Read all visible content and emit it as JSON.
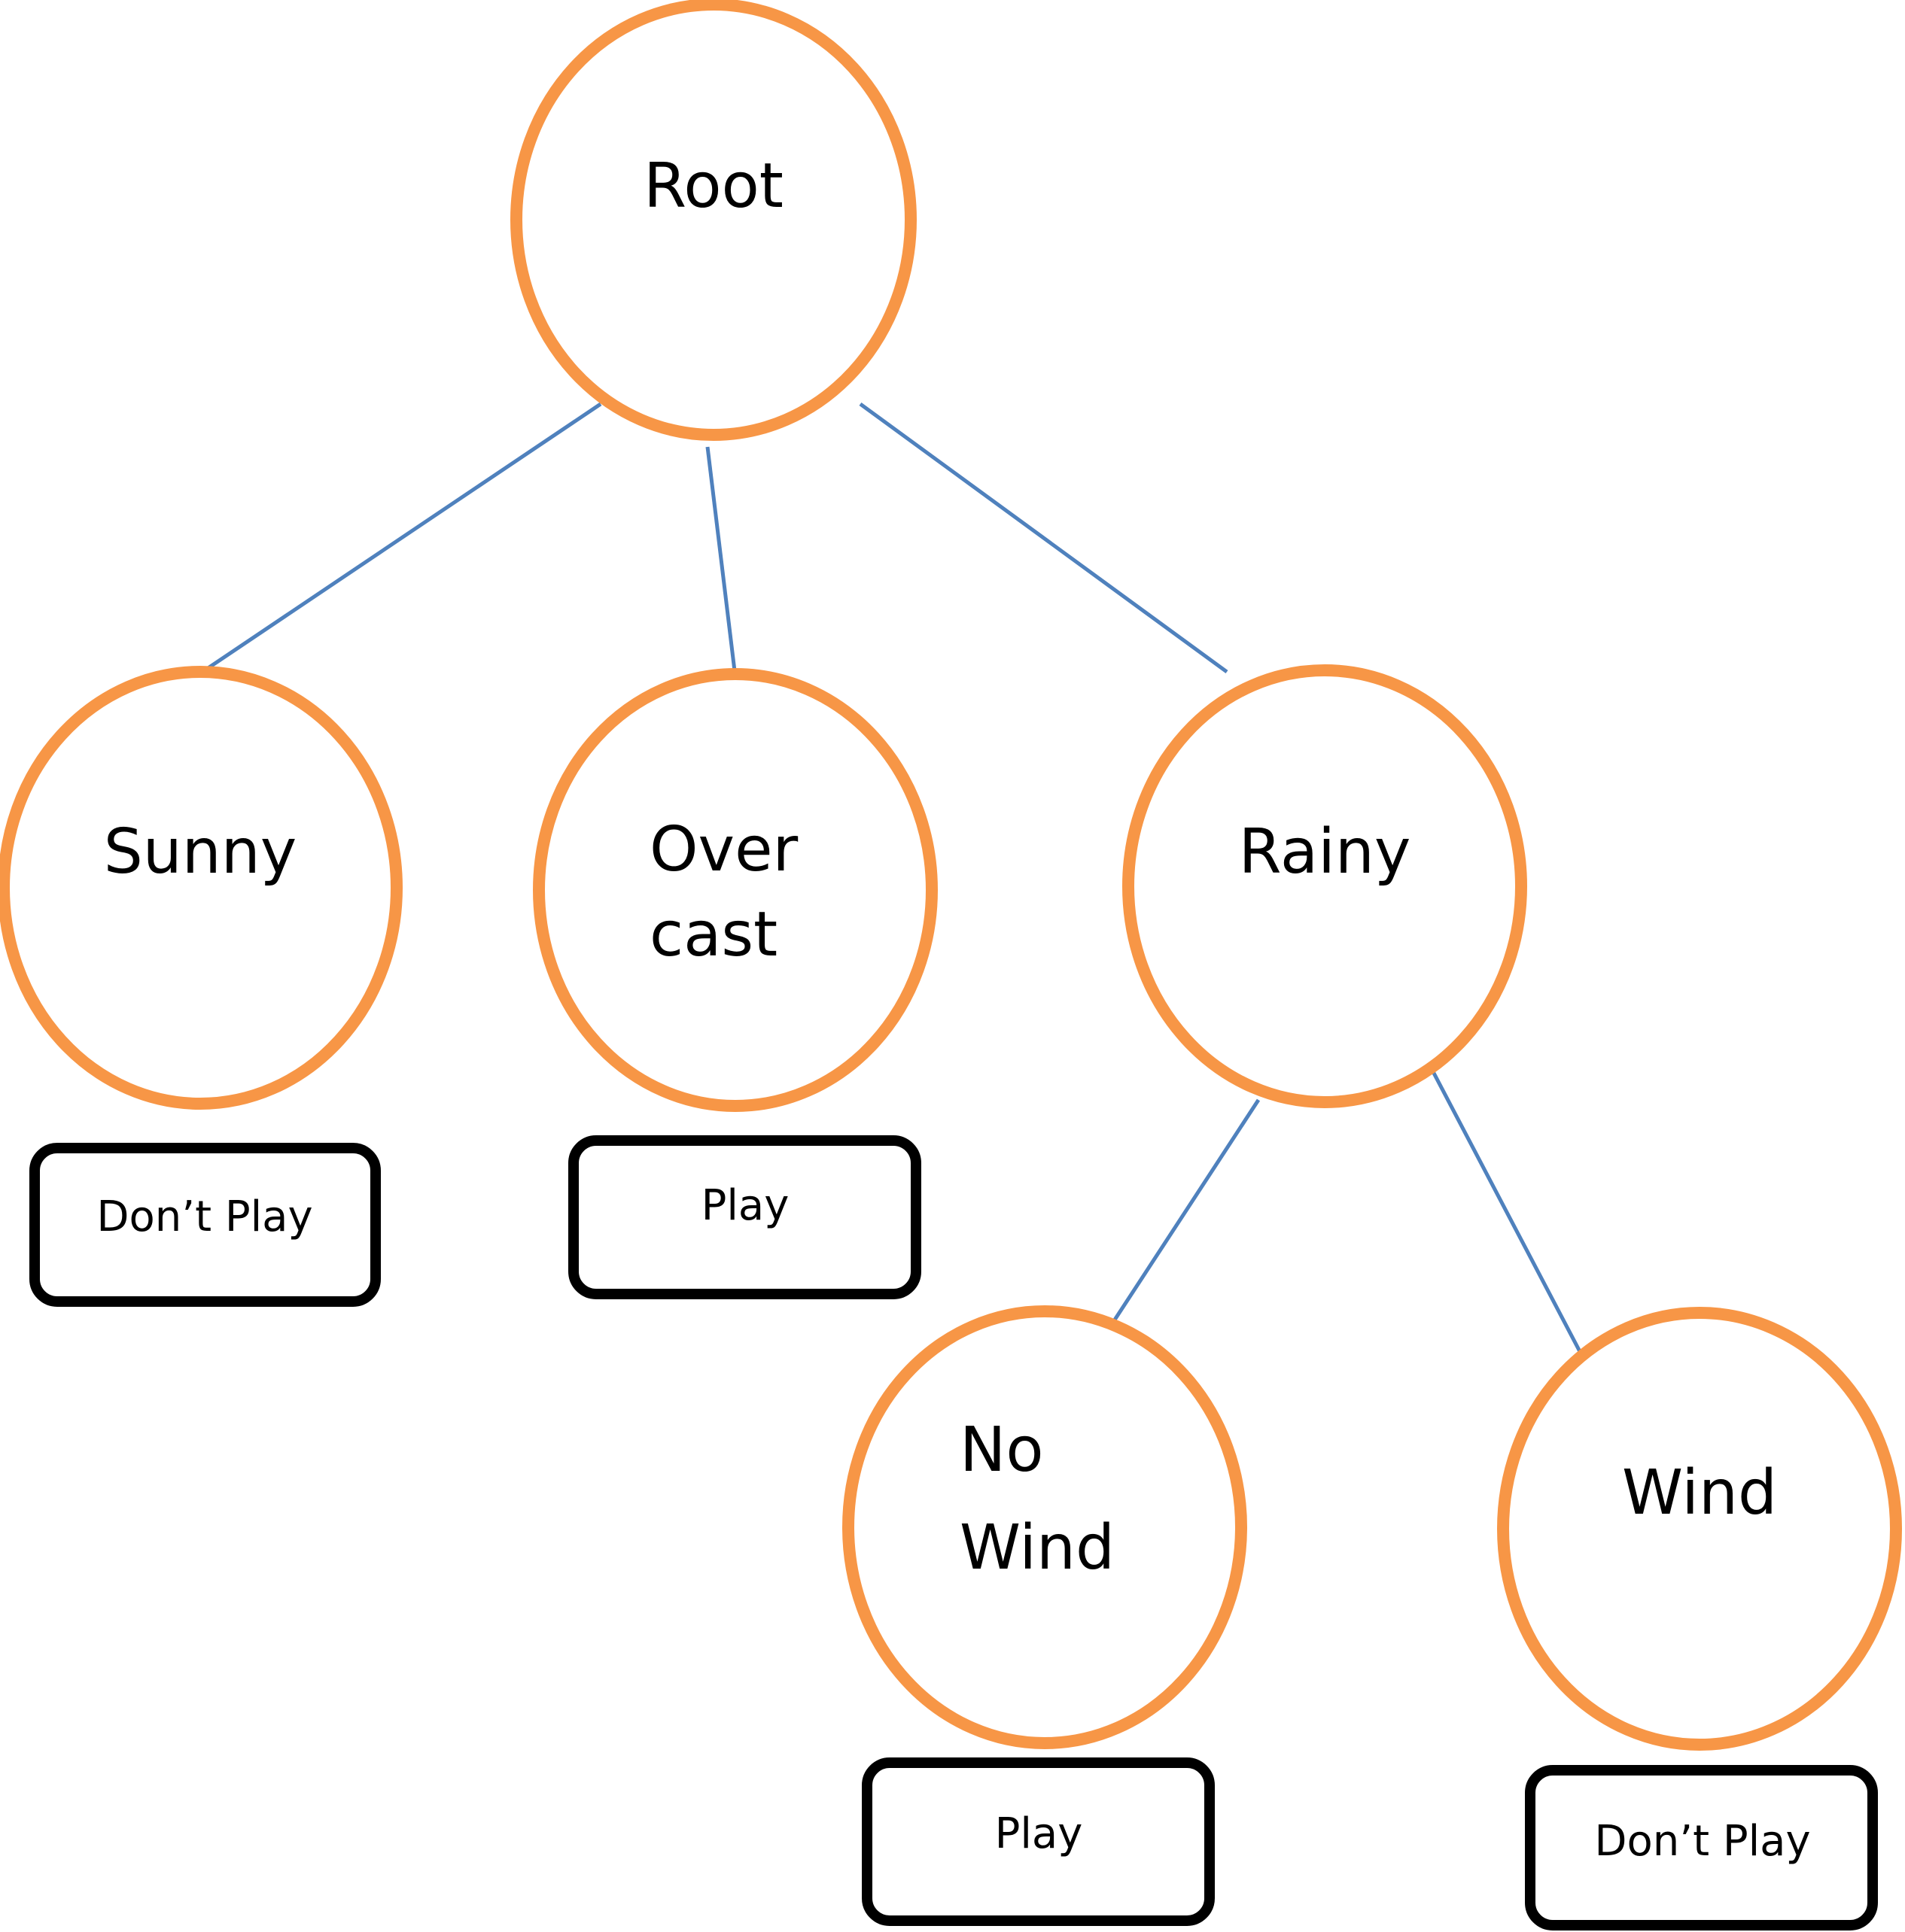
{
  "diagram": {
    "colors": {
      "node_outline": "#F79646",
      "edge": "#4F81BD",
      "leaf_outline": "#000000",
      "text": "#000000"
    },
    "nodes": {
      "root": {
        "label": "Root"
      },
      "sunny": {
        "label": "Sunny"
      },
      "overcast": {
        "label_line1": "Over",
        "label_line2": "cast"
      },
      "rainy": {
        "label": "Rainy"
      },
      "nowind": {
        "label_line1": "No",
        "label_line2": "Wind"
      },
      "wind": {
        "label": "Wind"
      }
    },
    "leaves": {
      "sunny": {
        "label": "Don’t Play"
      },
      "overcast": {
        "label": "Play"
      },
      "nowind": {
        "label": "Play"
      },
      "wind": {
        "label": "Don’t Play"
      }
    },
    "edges": [
      {
        "from": "Root",
        "to": "Sunny"
      },
      {
        "from": "Root",
        "to": "Over cast"
      },
      {
        "from": "Root",
        "to": "Rainy"
      },
      {
        "from": "Rainy",
        "to": "No Wind"
      },
      {
        "from": "Rainy",
        "to": "Wind"
      }
    ]
  }
}
